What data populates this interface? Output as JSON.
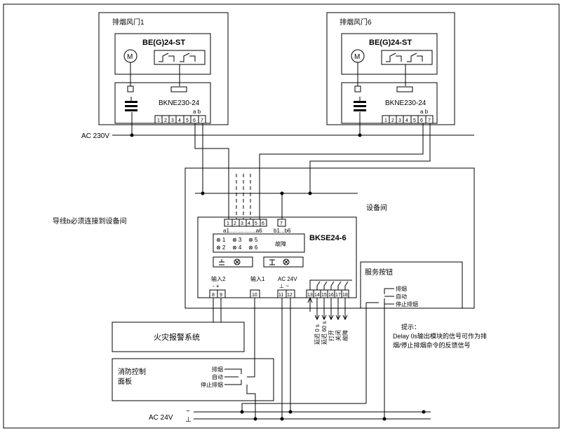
{
  "damper1": {
    "title": "排烟风门1",
    "actuator": "BE(G)24-ST",
    "motor": "M",
    "module": "BKNE230-24",
    "ab": "a b",
    "terminals": [
      "1",
      "2",
      "3",
      "4",
      "5",
      "6",
      "7"
    ]
  },
  "damper6": {
    "title": "排烟风门6",
    "actuator": "BE(G)24-ST",
    "motor": "M",
    "module": "BKNE230-24",
    "ab": "a b",
    "terminals": [
      "1",
      "2",
      "3",
      "4",
      "5",
      "6",
      "7"
    ]
  },
  "power": {
    "ac230": "AC 230V",
    "ac24": "AC 24V",
    "ac24_tilde": "~",
    "ac24_gnd": "⊥"
  },
  "equipment_room": {
    "label": "设备间",
    "bus_terminals": [
      "1",
      "2",
      "3",
      "4",
      "5",
      "6",
      "7"
    ],
    "a1": "a1.................a6",
    "b": "b1...b6"
  },
  "note_left": "导线b必须连接到设备间",
  "bkse": {
    "title": "BKSE24-6",
    "fault": "故障",
    "ind": [
      "⊗ 1",
      "⊗ 3",
      "⊗ 5",
      "⊗ 2",
      "⊗ 4",
      "⊗ 6"
    ],
    "input2": "输入2",
    "input2_pol": "-  +",
    "input1": "输入1",
    "ac24": "AC 24V",
    "ac24_sym": "⊥ ~",
    "term_in2": [
      "8",
      "9"
    ],
    "term_in1": [
      "10"
    ],
    "term_ac": [
      "11",
      "12"
    ],
    "term_out": [
      "13",
      "14",
      "15",
      "16",
      "17",
      "18"
    ],
    "outputs": [
      "延迟 0 s",
      "延迟 60 s",
      "打开",
      "关闭",
      "故障"
    ]
  },
  "service": {
    "title": "服务按钮",
    "options": [
      "排烟",
      "自动",
      "停止排烟"
    ]
  },
  "hint": {
    "line1": "提示：",
    "line2": "Delay 0s输出模块的信号可作为排",
    "line3": "烟/停止排烟命令的反馈信号"
  },
  "fire_alarm": "火灾报警系统",
  "fire_panel": {
    "title1": "消防控制",
    "title2": "面板",
    "options": [
      "排烟",
      "自动",
      "停止排烟"
    ]
  }
}
